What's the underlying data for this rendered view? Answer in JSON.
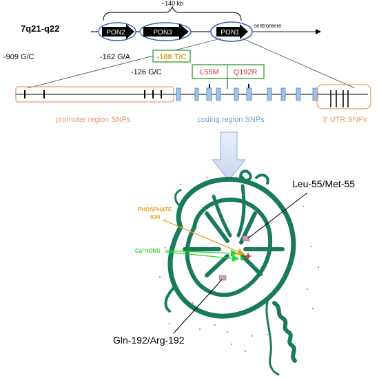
{
  "locus": {
    "chromosome_band": "7q21-q22",
    "span": "~140 kb",
    "centromere_label": "centromere",
    "genes": [
      "PON2",
      "PON3",
      "PON1"
    ]
  },
  "promoter_snps": {
    "snp_909": "-909 G/C",
    "snp_162": "-162 G/A",
    "snp_108": "-108 T/C",
    "snp_126": "-126 G/C"
  },
  "coding_snps": {
    "l55m": "L55M",
    "q192r": "Q192R"
  },
  "regions": {
    "promoter": "promoter region SNPs",
    "coding": "coding region SNPs",
    "utr": "3' UTR SNPs"
  },
  "structure": {
    "phosphate_ion": [
      "PHOSPHATE",
      "ION"
    ],
    "calcium_ions": "Ca²⁺IONS",
    "leu55": "Leu-55/Met-55",
    "gln192": "Gln-192/Arg-192"
  },
  "colors": {
    "gene_fill": "#000000",
    "gene_oval": "#3a5fb8",
    "exon": "#9fc3e8",
    "exon_stroke": "#4f7fb6",
    "promoter_box": "#e79a77",
    "promoter_text": "#e79a77",
    "coding_text": "#6ea0d4",
    "utr_text": "#e3a06e",
    "green_box": "#3aa13a",
    "red_text": "#c0392b",
    "orange_text": "#d99a12",
    "protein": "#1a7a5e",
    "phosphate": "#e6a81e",
    "calcium": "#2fd62f"
  }
}
